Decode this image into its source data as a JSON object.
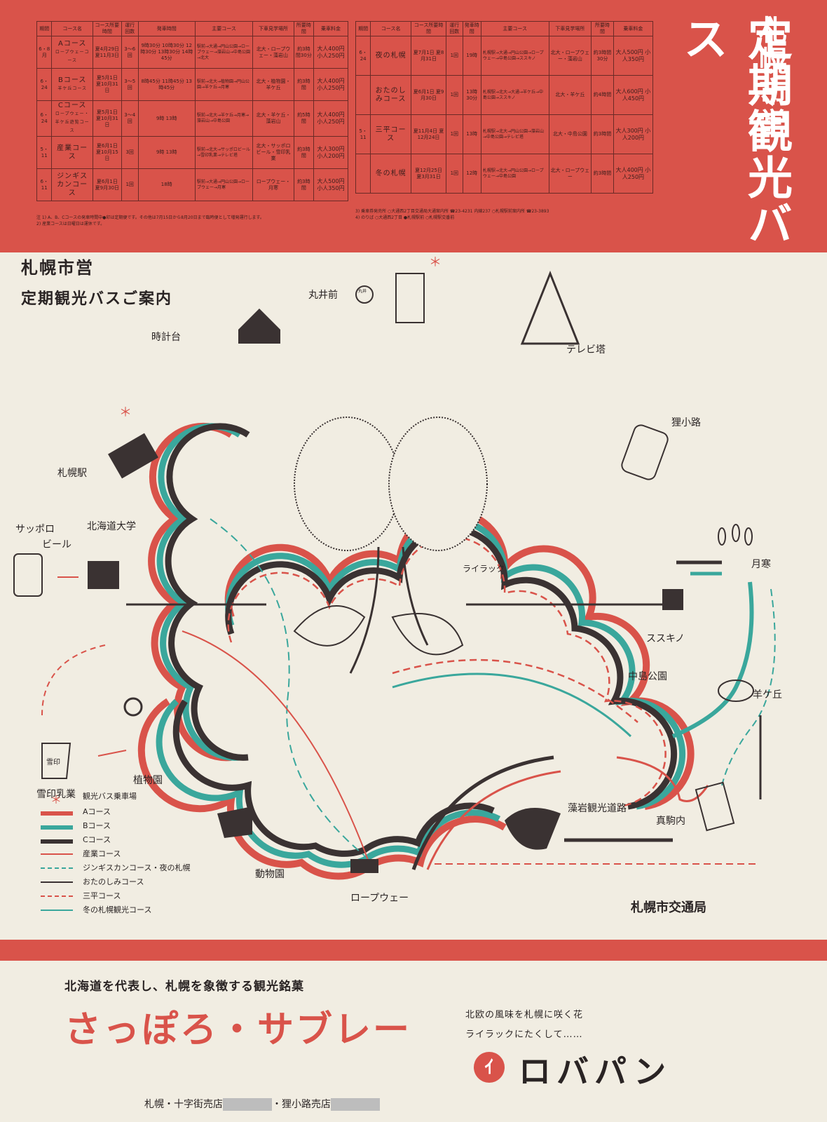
{
  "header": {
    "title_line1": "札幌市営",
    "title_line2": "定期観光バス",
    "left_table": {
      "col_headers": [
        "期間",
        "コース名",
        "コース所要時間",
        "運行回数",
        "発車時間",
        "主要コース",
        "下車見学場所",
        "所要時間",
        "乗車料金"
      ],
      "rows": [
        {
          "period": "6・8月",
          "name": "Aコース",
          "name_sub": "ロープウェーコース",
          "duration": "夏4月29日 夏11月3日",
          "runs": "3〜6回",
          "times": "9時30分 10時30分 12時30分 13時30分 14時45分",
          "route": "駅前→大通→円山公園→ロープウェー→藻岩山→中島公園→北大",
          "stops": "北大・ロープウェー・藻岩山",
          "hours": "約3時間30分",
          "price": "大人400円 小人250円"
        },
        {
          "period": "6・24",
          "name": "Bコース",
          "name_sub": "羊ケ丘コース",
          "duration": "夏5月1日 夏10月31日",
          "runs": "3〜5回",
          "times": "8時45分 11時45分 13時45分",
          "route": "駅前→北大→植物園→円山公園→羊ケ丘→月寒",
          "stops": "北大・植物園・羊ケ丘",
          "hours": "約3時間",
          "price": "大人400円 小人250円"
        },
        {
          "period": "6・24",
          "name": "Cコース",
          "name_sub": "ロープウェー・羊ケ丘遊覧コース",
          "duration": "夏5月1日 夏10月31日",
          "runs": "3〜4回",
          "times": "9時 13時",
          "route": "駅前→北大→羊ケ丘→月寒→藻岩山→中島公園",
          "stops": "北大・羊ケ丘・藻岩山",
          "hours": "約5時間",
          "price": "大人400円 小人250円"
        },
        {
          "period": "5・11",
          "name": "産業コース",
          "name_sub": "",
          "duration": "夏6月1日 夏10月15日",
          "runs": "3回",
          "times": "9時 13時",
          "route": "駅前→北大→サッポロビール→雪印乳業→テレビ塔",
          "stops": "北大・サッポロビール・雪印乳業",
          "hours": "約3時間",
          "price": "大人300円 小人200円"
        },
        {
          "period": "6・11",
          "name": "ジンギスカンコース",
          "name_sub": "",
          "duration": "夏6月1日 夏9月30日",
          "runs": "1回",
          "times": "18時",
          "route": "駅前→大通→円山公園→ロープウェー→月寒",
          "stops": "ロープウェー・月寒",
          "hours": "約3時間",
          "price": "大人500円 小人350円"
        }
      ],
      "notes": [
        "注 1) A、B、Cコースの発車時間中●印は定期便です。その他は7月15日から8月20日まで臨時便として増発運行します。",
        "2) 産業コースは日曜日は運休です。"
      ]
    },
    "right_table": {
      "col_headers": [
        "期間",
        "コース名",
        "コース所要時間",
        "運行回数",
        "発車時間",
        "主要コース",
        "下車見学場所",
        "所要時間",
        "乗車料金"
      ],
      "rows": [
        {
          "period": "6・24",
          "name": "夜の札幌",
          "duration": "夏7月1日 夏8月31日",
          "runs": "1回",
          "times": "19時",
          "route": "札幌駅→大通→円山公園→ロープウェー→中島公園→ススキノ",
          "stops": "北大・ロープウェー・藻岩山",
          "hours": "約3時間30分",
          "price": "大人500円 小人350円"
        },
        {
          "period": "",
          "name": "おたのしみコース",
          "duration": "夏6月1日 夏9月30日",
          "runs": "1回",
          "times": "13時30分",
          "route": "札幌駅→北大→大通→羊ケ丘→中島公園→ススキノ",
          "stops": "北大・羊ケ丘",
          "hours": "約4時間",
          "price": "大人600円 小人450円"
        },
        {
          "period": "5・11",
          "name": "三平コース",
          "duration": "夏11月4日 夏12月24日",
          "runs": "1回",
          "times": "13時",
          "route": "札幌駅→北大→円山公園→藻岩山→中島公園→テレビ塔",
          "stops": "北大・中島公園",
          "hours": "約3時間",
          "price": "大人300円 小人200円"
        },
        {
          "period": "",
          "name": "冬の札幌",
          "duration": "夏12月25日 夏3月31日",
          "runs": "1回",
          "times": "12時",
          "route": "札幌駅→北大→円山公園→ロープウェー→中島公園",
          "stops": "北大・ロープウェー",
          "hours": "約3時間",
          "price": "大人400円 小人250円"
        }
      ],
      "notes": [
        "3) 乗車券発売所 ○大通西2丁目交通局大通案内所 ☎23-4231 内線237 ○札幌駅前案内所 ☎23-3893",
        "4) のりば ○大通西2丁目 ●札幌駅前 ○札幌駅交番前"
      ]
    }
  },
  "map": {
    "title_line1": "札幌市営",
    "title_line2": "定期観光バスご案内",
    "places": [
      "丸井前",
      "時計台",
      "テレビ塔",
      "狸小路",
      "札幌駅",
      "北海道大学",
      "サッポロ",
      "ビール",
      "月寒",
      "ススキノ",
      "ライラック",
      "中島公園",
      "羊ケ丘",
      "雪印乳業",
      "植物園",
      "藻岩観光道路",
      "真駒内",
      "動物園",
      "ロープウェー"
    ],
    "agency": "札幌市交通局",
    "stop_mark": "＊",
    "marui_logo": "丸井",
    "snow_brand_logo": "雪印",
    "colors": {
      "red": "#d9534a",
      "teal": "#3aa79c",
      "black": "#3a3232"
    }
  },
  "legend": {
    "stop_label": "観光バス乗車場",
    "items": [
      {
        "label": "Aコース",
        "style": "thick-red"
      },
      {
        "label": "Bコース",
        "style": "thick-teal"
      },
      {
        "label": "Cコース",
        "style": "thick-black"
      },
      {
        "label": "産業コース",
        "style": "thin-red"
      },
      {
        "label": "ジンギスカンコース・夜の札幌",
        "style": "dashed-teal"
      },
      {
        "label": "おたのしみコース",
        "style": "thin-black"
      },
      {
        "label": "三平コース",
        "style": "dashed-red"
      },
      {
        "label": "冬の札幌観光コース",
        "style": "thin-teal"
      }
    ]
  },
  "advert": {
    "tagline": "北海道を代表し、札幌を象徴する観光銘菓",
    "product": "さっぽろ・サブレー",
    "slogan_line1": "北欧の風味を札幌に咲く花",
    "slogan_line2": "ライラックにたくして……",
    "brand": "ロバパン",
    "brand_mark": "ｲ",
    "shop1": "札幌・十字街売店",
    "shop2": "・狸小路売店"
  }
}
